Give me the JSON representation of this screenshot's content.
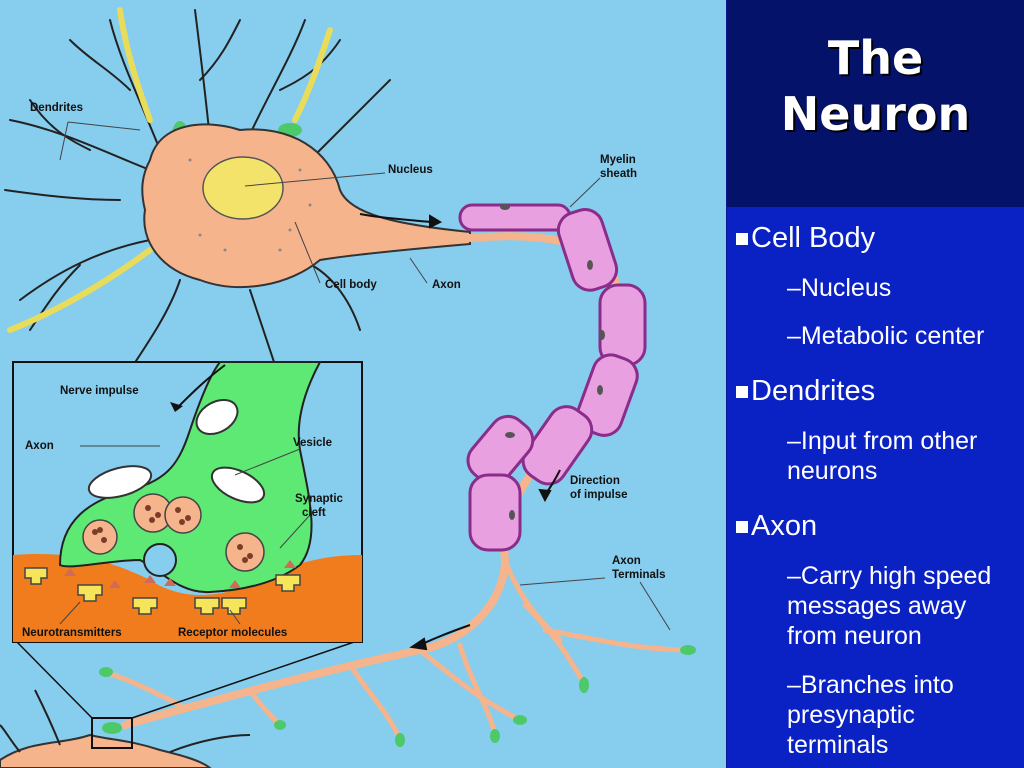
{
  "slide": {
    "title_line1": "The",
    "title_line2": "Neuron",
    "colors": {
      "diagram_bg": "#87cdee",
      "title_bg": "#05126a",
      "content_bg": "#0a21c4",
      "text": "#ffffff"
    }
  },
  "bullets": [
    {
      "label": "Cell Body",
      "subs": [
        "–Nucleus",
        "–Metabolic center"
      ]
    },
    {
      "label": "Dendrites",
      "subs": [
        "–Input from other neurons"
      ]
    },
    {
      "label": "Axon",
      "subs": [
        "–Carry high speed messages away from neuron",
        "–Branches into presynaptic terminals"
      ]
    }
  ],
  "diagram": {
    "labels": {
      "dendrites": "Dendrites",
      "nucleus": "Nucleus",
      "myelin_line1": "Myelin",
      "myelin_line2": "sheath",
      "cell_body": "Cell body",
      "axon": "Axon",
      "direction_line1": "Direction",
      "direction_line2": "of impulse",
      "terminals_line1": "Axon",
      "terminals_line2": "Terminals"
    },
    "inset": {
      "nerve_impulse": "Nerve impulse",
      "axon": "Axon",
      "vesicle": "Vesicle",
      "synaptic_line1": "Synaptic",
      "synaptic_line2": "cleft",
      "neurotransmitters": "Neurotransmitters",
      "receptor_molecules": "Receptor molecules"
    }
  }
}
